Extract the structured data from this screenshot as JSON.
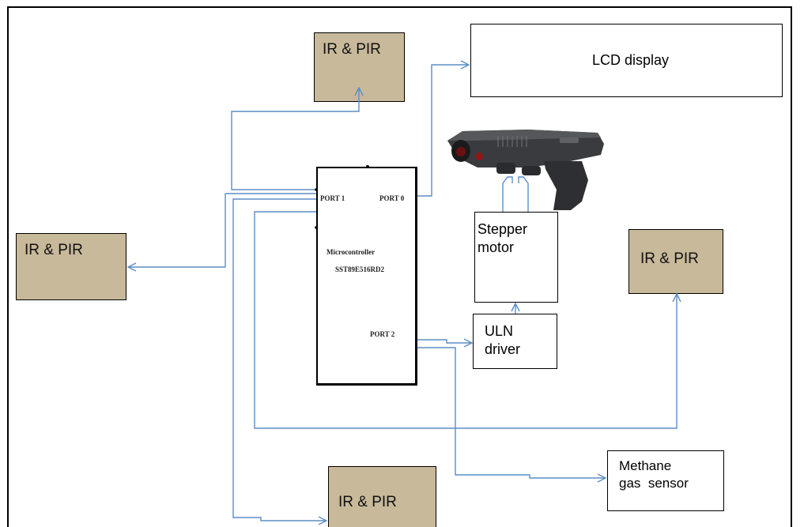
{
  "diagram": {
    "sensors": {
      "top": "IR & PIR",
      "left": "IR & PIR",
      "right": "IR & PIR",
      "bottom": "IR & PIR"
    },
    "lcd": "LCD display",
    "microcontroller": {
      "name": "Microcontroller",
      "model": "SST89E516RD2",
      "port1": "PORT 1",
      "port0": "PORT 0",
      "port2": "PORT 2"
    },
    "stepper": "Stepper\nmotor",
    "uln": "ULN\ndriver",
    "methane": "Methane\ngas  sensor",
    "camera_icon": "security-camera-icon",
    "colors": {
      "sensor_fill": "#c8b99a",
      "wire": "#5b8ec5",
      "border": "#000000"
    }
  }
}
